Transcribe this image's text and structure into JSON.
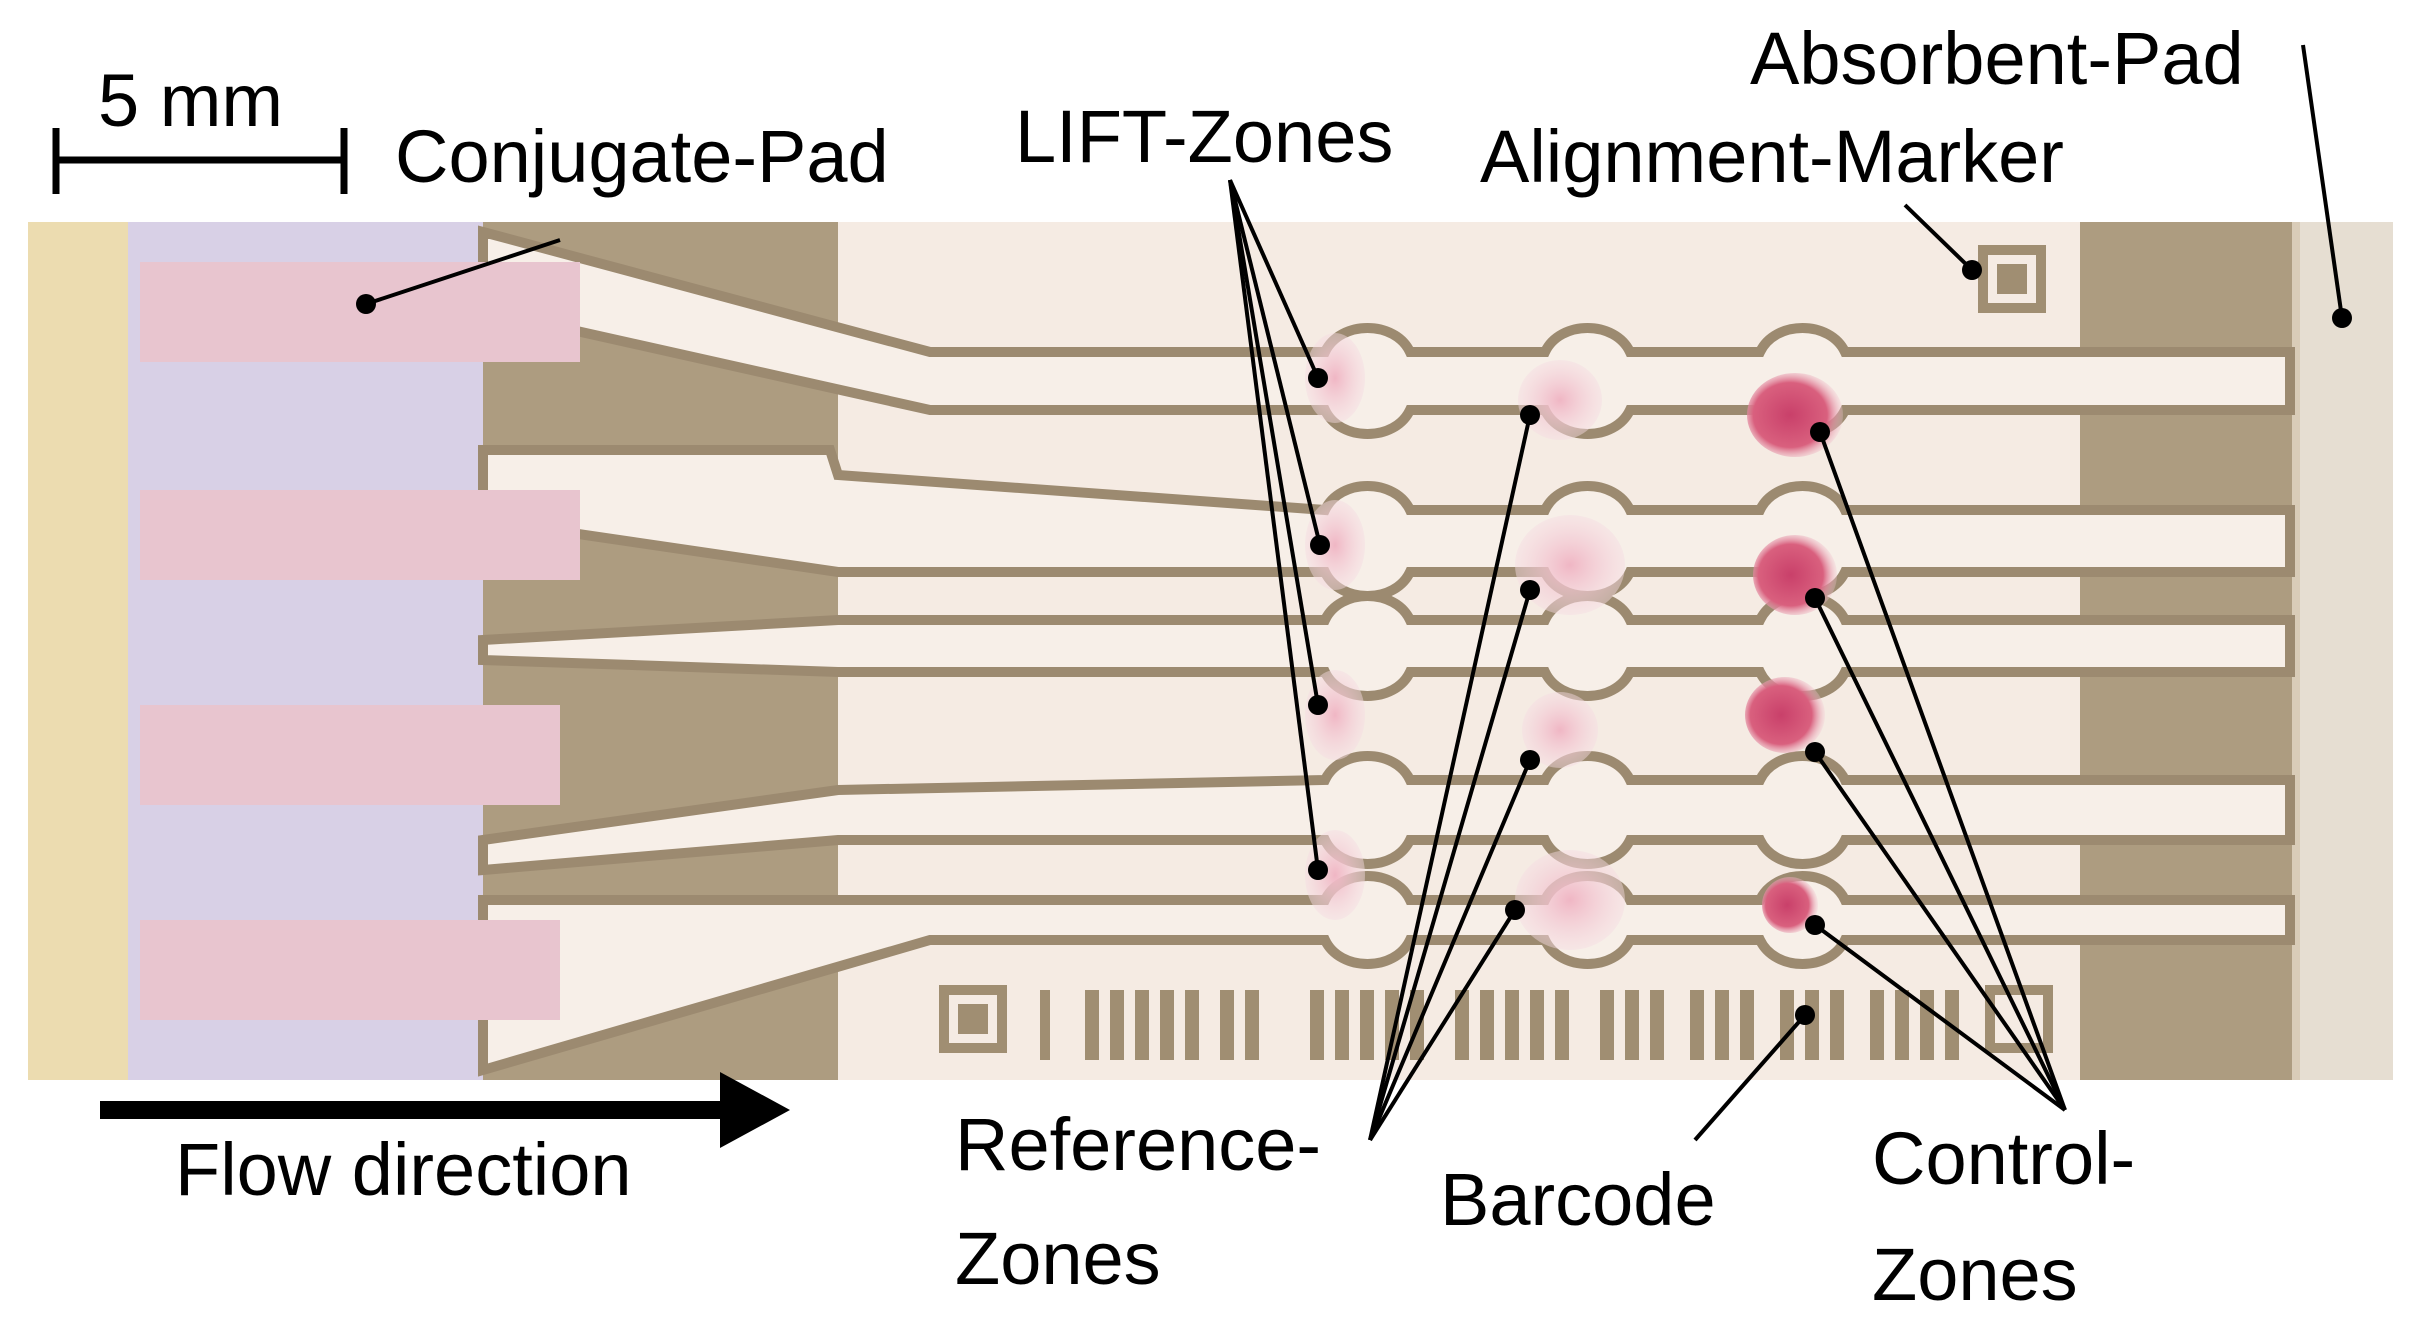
{
  "scale_bar": {
    "label": "5 mm"
  },
  "labels": {
    "conjugate_pad": "Conjugate-Pad",
    "lift_zones": "LIFT-Zones",
    "absorbent_pad": "Absorbent-Pad",
    "alignment_marker": "Alignment-Marker",
    "flow_direction": "Flow direction",
    "reference_zones_1": "Reference-",
    "reference_zones_2": "Zones",
    "barcode": "Barcode",
    "control_zones_1": "Control-",
    "control_zones_2": "Zones"
  },
  "colors": {
    "strip_background": "#f5ebe3",
    "channel_wall": "#9c8a70",
    "pad_tan": "#ad9c80",
    "conjugate_pad": "#e8c5cf",
    "pad_lavender": "#d8d0e6",
    "absorbent_pad": "#e6ded2",
    "edge_yellow": "#ecdcb0",
    "signal_pink": "#d9607e"
  }
}
